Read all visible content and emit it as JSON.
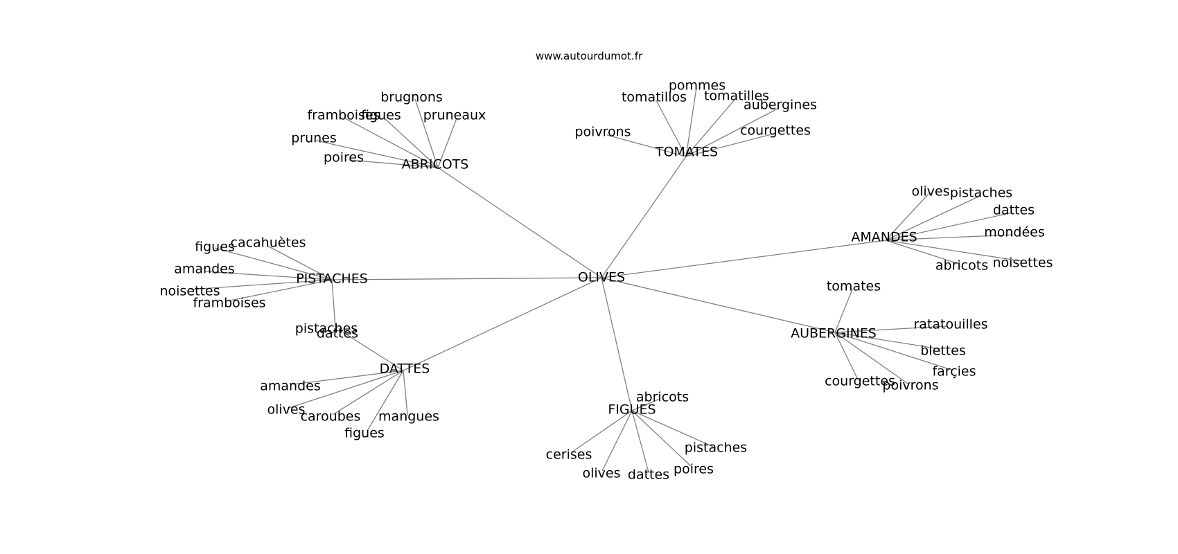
{
  "site": "www.autourdumot.fr",
  "center": "OLIVES",
  "hubs": [
    {
      "label": "ABRICOTS",
      "leaves": [
        "brugnons",
        "framboises",
        "figues",
        "pruneaux",
        "prunes",
        "poires"
      ]
    },
    {
      "label": "TOMATES",
      "leaves": [
        "pommes",
        "tomatillos",
        "tomatilles",
        "aubergines",
        "poivrons",
        "courgettes"
      ]
    },
    {
      "label": "AMANDES",
      "leaves": [
        "olives",
        "pistaches",
        "dattes",
        "mondées",
        "abricots",
        "noisettes"
      ]
    },
    {
      "label": "PISTACHES",
      "leaves": [
        "figues",
        "cacahuètes",
        "amandes",
        "noisettes",
        "framboises"
      ]
    },
    {
      "label": "AUBERGINES",
      "leaves": [
        "tomates",
        "ratatouilles",
        "blettes",
        "farçies",
        "courgettes",
        "poivrons"
      ]
    },
    {
      "label": "DATTES",
      "leaves": [
        "amandes",
        "olives",
        "caroubes",
        "mangues",
        "figues"
      ]
    },
    {
      "label": "FIGUES",
      "leaves": [
        "abricots",
        "cerises",
        "olives",
        "dattes",
        "pistaches",
        "poires"
      ]
    }
  ],
  "cross_links": [
    {
      "label": "pistaches",
      "hub": "PISTACHES"
    },
    {
      "label": "dattes",
      "hub": "DATTES"
    }
  ]
}
